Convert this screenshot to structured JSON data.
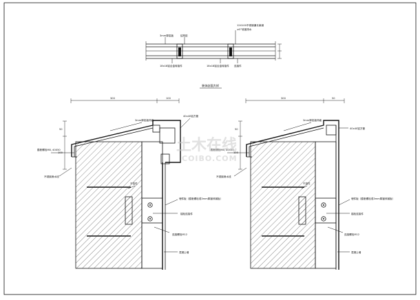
{
  "drawing": {
    "title": "装饰剖面大样",
    "plan_labels": {
      "top_note": "12X100不锈钢通长扁钢",
      "top_note_2": "≥5°坡度排水",
      "glass": "3mm厚铝板",
      "sealant": "结构胶",
      "bottom_left": "18x18铝合金转接件",
      "bottom_mid": "18x18铝合金转接件",
      "bottom_right": "连接件"
    },
    "left_section": {
      "dim_top_1": "300",
      "dim_top_2": "100",
      "dims_left": [
        "50",
        "100"
      ],
      "label_panel": "3mm厚铝板饰面",
      "label_tube": "40x40铝方管",
      "label_fix": "膨胀螺栓M8, 40X50",
      "label_drain": "不锈钢滴水线",
      "label_mullion": "干挂件",
      "label_embed": "埋件板（膨胀螺栓或3mm厚镀锌钢板）",
      "label_anchor": "锚栓连接件",
      "label_bolt": "连接螺栓M12",
      "label_wall": "混凝土墙"
    },
    "right_section": {
      "dim_top_1": "300",
      "dim_top_2": "50",
      "dims_left": [
        "50",
        "100"
      ],
      "label_panel": "3mm厚铝板饰面",
      "label_tube": "40x40铝方管",
      "label_fix": "膨胀螺栓M8, 40X50",
      "label_drain": "不锈钢滴水线",
      "label_mullion": "干挂件",
      "label_embed": "埋件板（膨胀螺栓或3mm厚镀锌钢板）",
      "label_anchor": "锚栓连接件",
      "label_bolt": "连接螺栓M12",
      "label_wall": "混凝土墙"
    },
    "watermark": {
      "title": "土木在线",
      "subtitle": "COIBO.COM"
    }
  }
}
